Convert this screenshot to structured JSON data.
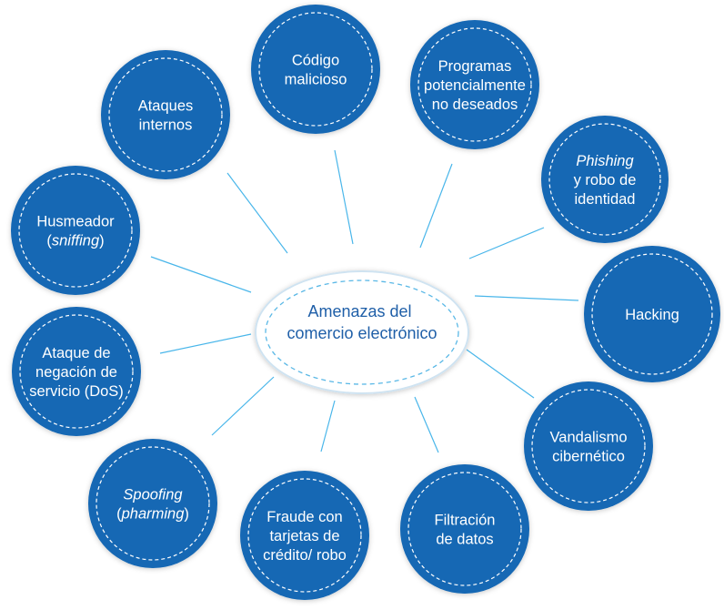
{
  "diagram": {
    "center": {
      "lines": [
        "Amenazas del",
        "comercio electrónico"
      ]
    },
    "nodes": [
      {
        "id": "codigo-malicioso",
        "lines": [
          "Código",
          "malicioso"
        ]
      },
      {
        "id": "programas-no-deseados",
        "lines": [
          "Programas",
          "potencialmente",
          "no deseados"
        ]
      },
      {
        "id": "phishing",
        "lines": [
          "Phishing",
          "y robo de",
          "identidad"
        ],
        "italic_lines": [
          0
        ]
      },
      {
        "id": "hacking",
        "lines": [
          "Hacking"
        ]
      },
      {
        "id": "vandalismo",
        "lines": [
          "Vandalismo",
          "cibernético"
        ]
      },
      {
        "id": "filtracion",
        "lines": [
          "Filtración",
          "de datos"
        ]
      },
      {
        "id": "fraude",
        "lines": [
          "Fraude con",
          "tarjetas de",
          "crédito/ robo"
        ]
      },
      {
        "id": "spoofing",
        "lines": [
          "Spoofing",
          "(pharming)"
        ],
        "italic_lines": [
          0
        ],
        "partial_italic": {
          "line": 1,
          "text": "pharming"
        }
      },
      {
        "id": "dos",
        "lines": [
          "Ataque de",
          "negación de",
          "servicio (DoS)"
        ]
      },
      {
        "id": "husmeador",
        "lines": [
          "Husmeador",
          "(sniffing)"
        ],
        "partial_italic": {
          "line": 1,
          "text": "sniffing"
        }
      },
      {
        "id": "ataques-internos",
        "lines": [
          "Ataques",
          "internos"
        ]
      }
    ]
  },
  "colors": {
    "node_fill": "#1467b4",
    "node_dash": "#ffffff",
    "connector": "#49b6ea",
    "center_text": "#1f5fa8",
    "center_fill": "#ffffff",
    "center_border": "#cfe3f1",
    "center_dash": "#5ab8e6"
  }
}
